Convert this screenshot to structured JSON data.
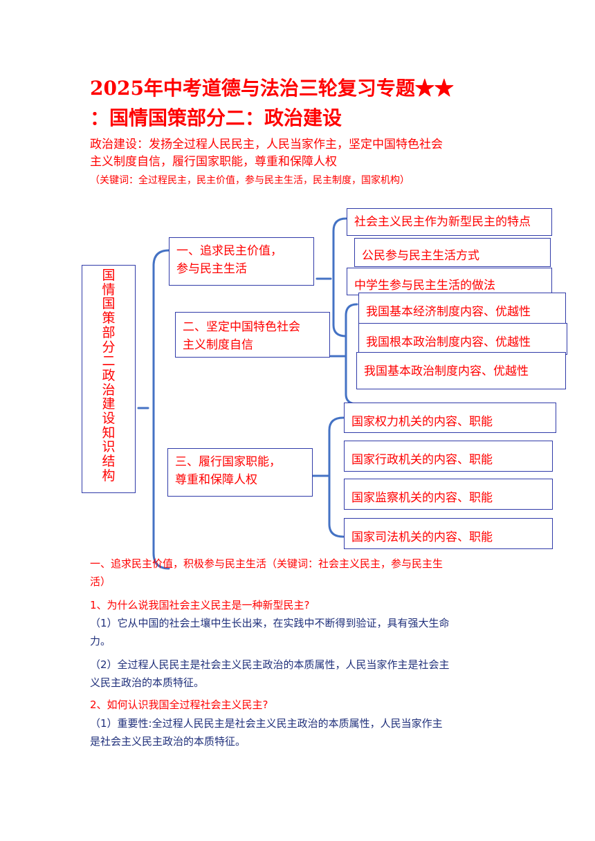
{
  "header": {
    "title_line1": "2025年中考道德与法治三轮复习专题★★",
    "title_line2": "：国情国策部分二：政治建设",
    "subtitle_line1": "政治建设：发扬全过程人民民主，人民当家作主，坚定中国特色社会",
    "subtitle_line2": "主义制度自信，履行国家职能，尊重和保障人权",
    "keywords": "（关键词：全过程民主，民主价值，参与民主生活，民主制度，国家机构）"
  },
  "mindmap": {
    "root": "国情国策部分二政治建设知识结构",
    "branches": [
      {
        "label_line1": "一、追求民主价值，",
        "label_line2": "参与民主生活",
        "leaves": [
          "社会主义民主作为新型民主的特点",
          "公民参与民主生活方式",
          "中学生参与民主生活的做法"
        ]
      },
      {
        "label_line1": "二、坚定中国特色社会",
        "label_line2": "主义制度自信",
        "leaves": [
          "我国基本经济制度内容、优越性",
          "我国根本政治制度内容、优越性",
          "我国基本政治制度内容、优越性"
        ]
      },
      {
        "label_line1": "三、履行国家职能，",
        "label_line2": "尊重和保障人权",
        "leaves": [
          "国家权力机关的内容、职能",
          "国家行政机关的内容、职能",
          "国家监察机关的内容、职能",
          "国家司法机关的内容、职能"
        ]
      }
    ]
  },
  "content": {
    "section1_heading_line1": "一、追求民主价值，积极参与民主生活（关键词：社会主义民主，参与民主生",
    "section1_heading_line2": "活）",
    "q1": "1、为什么说我国社会主义民主是一种新型民主?",
    "q1_p1_line1": "（1）它从中国的社会土壤中生长出来，在实践中不断得到验证，具有强大生命",
    "q1_p1_line2": "力。",
    "q1_p2_line1": "（2）全过程人民民主是社会主义民主政治的本质属性，人民当家作主是社会主",
    "q1_p2_line2": "义民主政治的本质特征。",
    "q2": "2、如何认识我国全过程社会主义民主?",
    "q2_p1_line1": "（1）重要性:全过程人民民主是社会主义民主政治的本质属性，人民当家作主",
    "q2_p1_line2": "是社会主义民主政治的本质特征。"
  },
  "colors": {
    "title": "#ff0000",
    "body": "#1f2f7a",
    "box_border": "#2f3aa8",
    "connector": "#4472c4"
  }
}
